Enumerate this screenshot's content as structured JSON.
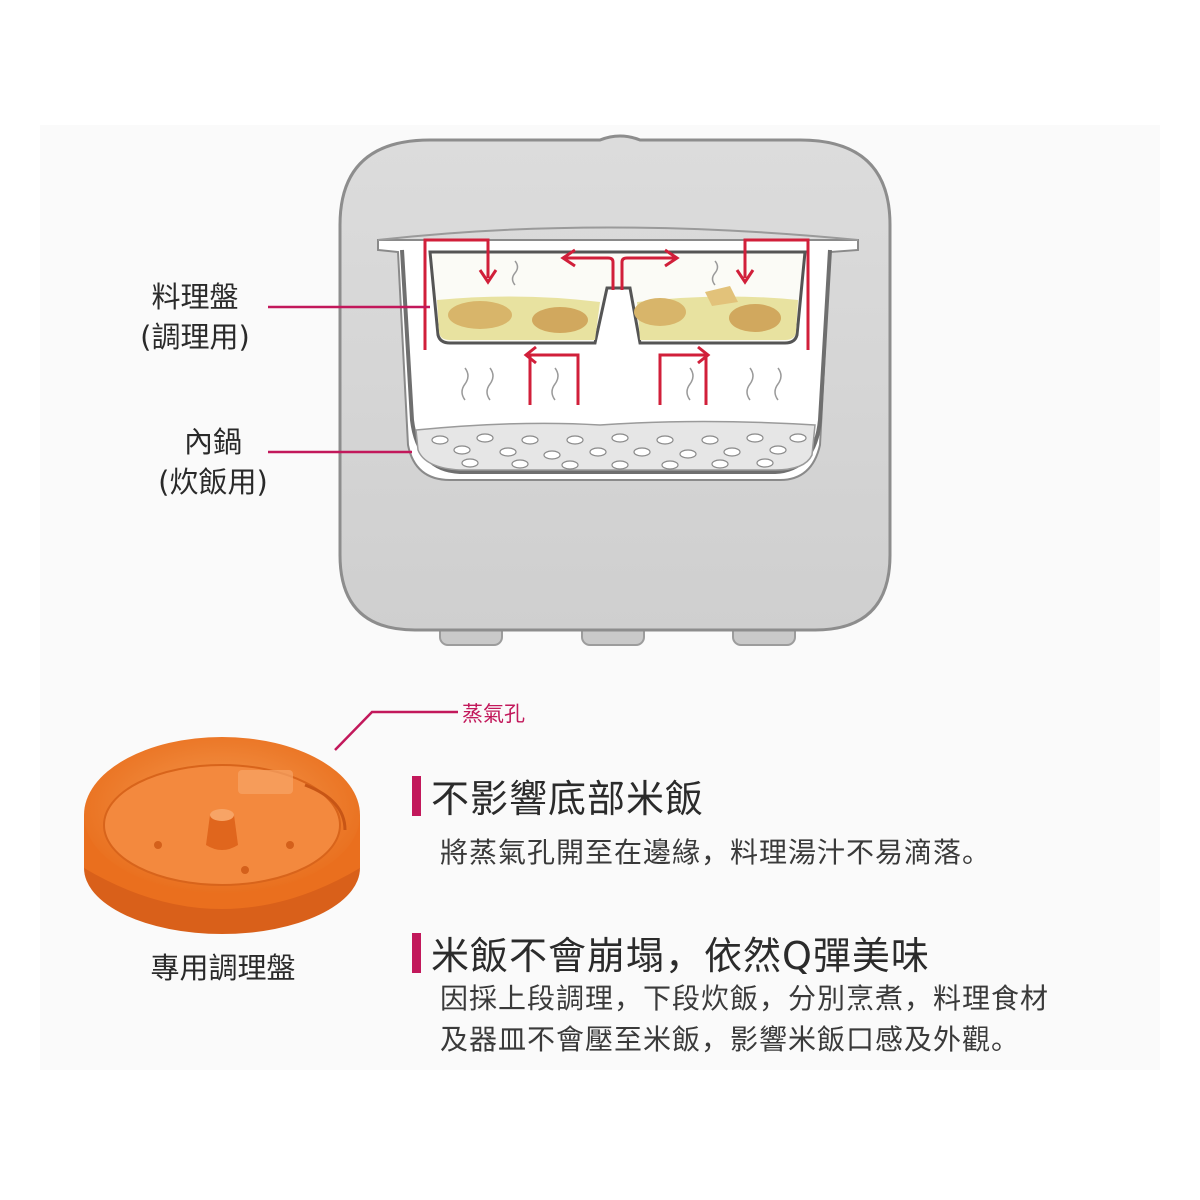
{
  "labels": {
    "tray": [
      "料理盤",
      "(調理用)"
    ],
    "pot": [
      "內鍋",
      "(炊飯用)"
    ],
    "steam_hole": "蒸氣孔",
    "caption": "專用調理盤"
  },
  "features": [
    {
      "heading": "不影響底部米飯",
      "lines": [
        "將蒸氣孔開至在邊緣，料理湯汁不易滴落。"
      ]
    },
    {
      "heading": "米飯不會崩塌，依然Q彈美味",
      "lines": [
        "因採上段調理，下段炊飯，分別烹煮，料理食材",
        "及器皿不會壓至米飯，影響米飯口感及外觀。"
      ]
    }
  ],
  "colors": {
    "accent": "#c2185b",
    "arrow": "#d11f3a",
    "cooker_body": "#d7d7d7",
    "tray_orange": "#f07a22"
  }
}
